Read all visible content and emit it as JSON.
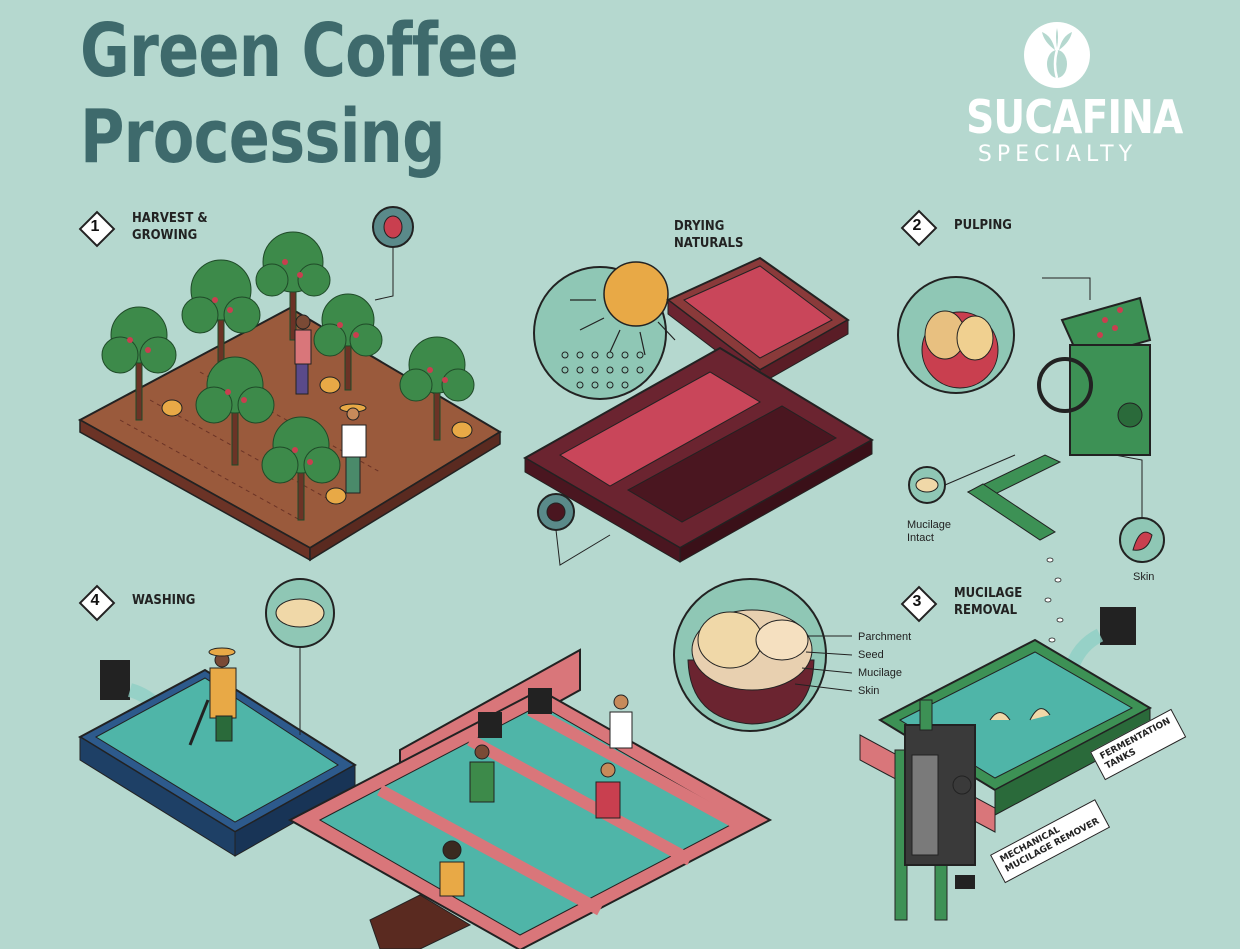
{
  "title": {
    "line1": "Green Coffee",
    "line2": "Processing"
  },
  "brand": {
    "name": "SUCAFINA",
    "sub": "SPECIALTY",
    "logo_icon": "coffee-bean-leaf-icon"
  },
  "steps": {
    "harvest": {
      "number": "1",
      "label": "HARVEST &\nGROWING"
    },
    "drying": {
      "label": "DRYING\nNATURALS"
    },
    "pulping": {
      "number": "2",
      "label": "PULPING"
    },
    "mucilage": {
      "number": "3",
      "label": "MUCILAGE\nREMOVAL"
    },
    "washing": {
      "number": "4",
      "label": "WASHING"
    }
  },
  "labels": {
    "mucilage_intact": "Mucilage\nIntact",
    "skin": "Skin",
    "parchment": "Parchment",
    "seed": "Seed",
    "mucilage": "Mucilage",
    "skin_layer": "Skin",
    "fermentation_tanks": "FERMENTATION\nTANKS",
    "mechanical_remover": "MECHANICAL\nMUCILAGE REMOVER"
  },
  "colors": {
    "background": "#b5d8cf",
    "title": "#3e6a6c",
    "soil": "#9a5a3c",
    "tree": "#6b3326",
    "leaf": "#3d8a4a",
    "cherry": "#c93f4f",
    "tray": "#6b2430",
    "sun": "#e8a946",
    "water": "#4fb5a8",
    "tank_blue": "#2d5a8c",
    "tank_pink": "#d9767a",
    "machine": "#3d9155"
  }
}
